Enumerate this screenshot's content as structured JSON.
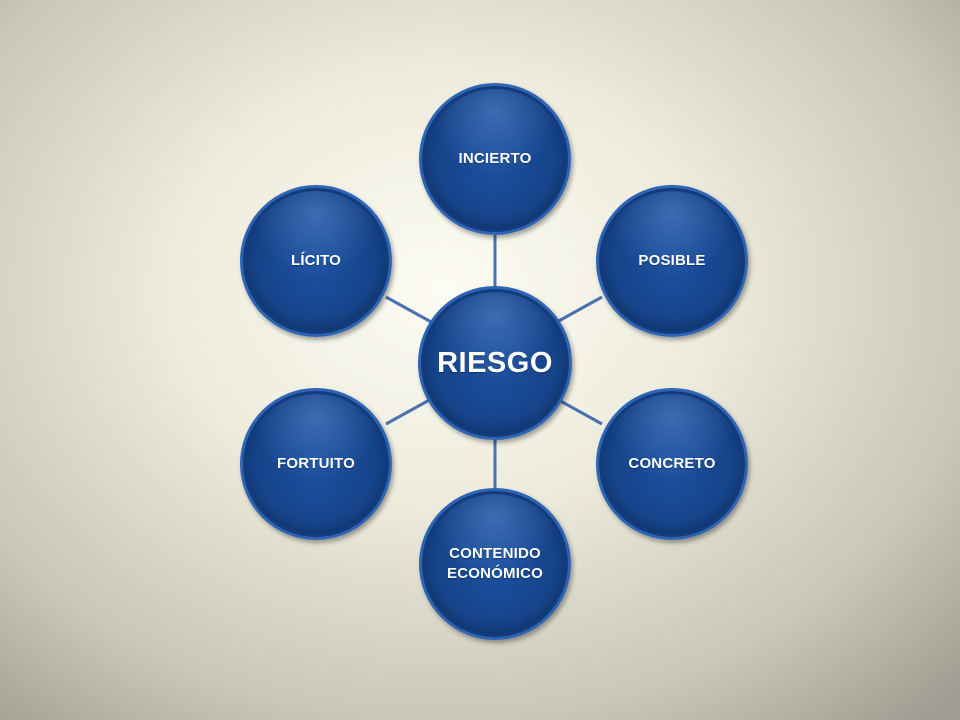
{
  "diagram": {
    "center": {
      "label": "RIESGO"
    },
    "nodes": [
      {
        "id": "incierto",
        "label": "INCIERTO"
      },
      {
        "id": "posible",
        "label": "POSIBLE"
      },
      {
        "id": "concreto",
        "label": "CONCRETO"
      },
      {
        "id": "contenido-economico",
        "label": "CONTENIDO\nECONÓMICO"
      },
      {
        "id": "fortuito",
        "label": "FORTUITO"
      },
      {
        "id": "licito",
        "label": "LÍCITO"
      }
    ],
    "colors": {
      "node_fill": "#164489",
      "node_border": "#2d64b4",
      "connector": "#4a72b0",
      "text": "#ffffff"
    }
  }
}
